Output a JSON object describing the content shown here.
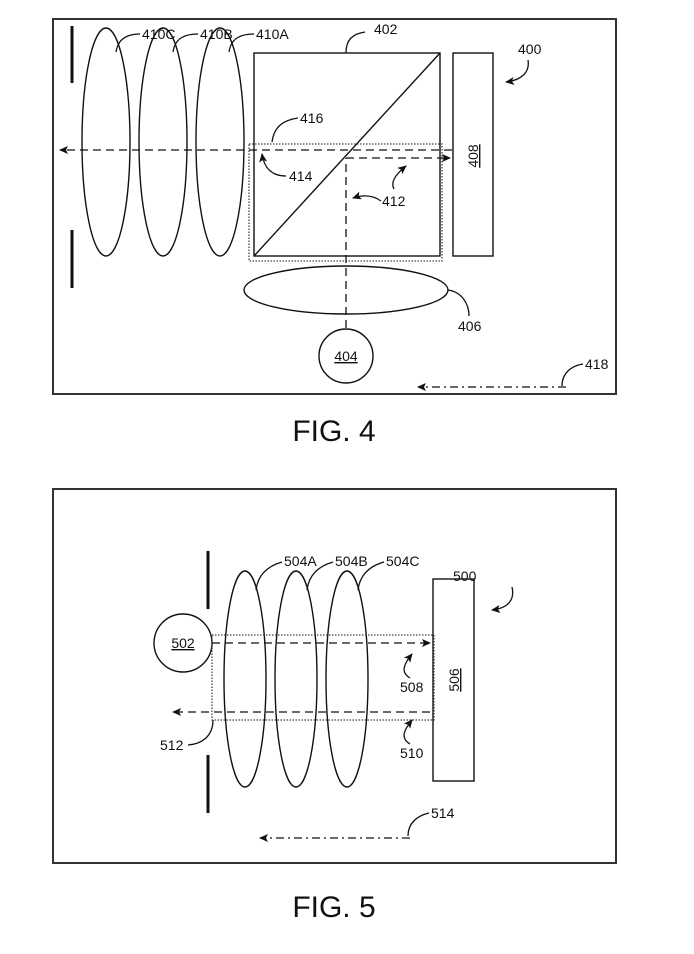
{
  "figures": [
    {
      "caption": "FIG. 4",
      "system_ref": "400",
      "labels": {
        "lens_c": "410C",
        "lens_b": "410B",
        "lens_a": "410A",
        "beam_splitter": "402",
        "display": "408",
        "light_source": "404",
        "source_lens": "406",
        "path_out": "414",
        "path_in": "412",
        "region": "416",
        "direction": "418"
      }
    },
    {
      "caption": "FIG. 5",
      "system_ref": "500",
      "labels": {
        "light_source": "502",
        "lens_a": "504A",
        "lens_b": "504B",
        "lens_c": "504C",
        "display": "506",
        "path_in": "508",
        "path_out": "510",
        "region": "512",
        "direction": "514"
      }
    }
  ]
}
